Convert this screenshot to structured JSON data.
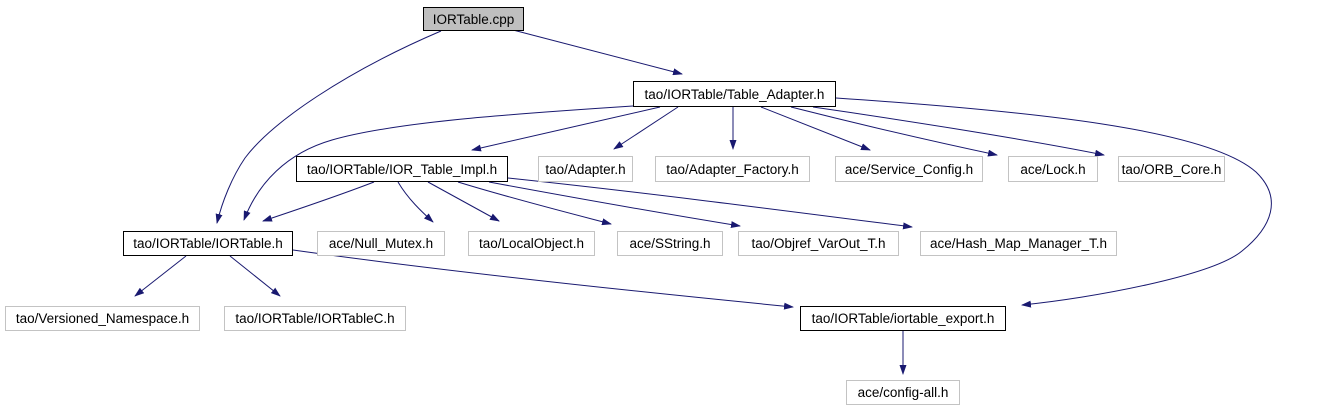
{
  "diagram": {
    "type": "include-dependency-graph",
    "colors": {
      "edge": "#191970",
      "node_fill": "#ffffff",
      "root_fill": "#bfbfbf",
      "border_linked": "#000000",
      "border_plain": "#c3c3c3"
    },
    "nodes": {
      "iortable_cpp": {
        "label": "IORTable.cpp"
      },
      "table_adapter": {
        "label": "tao/IORTable/Table_Adapter.h"
      },
      "ior_table_impl": {
        "label": "tao/IORTable/IOR_Table_Impl.h"
      },
      "adapter": {
        "label": "tao/Adapter.h"
      },
      "adapter_factory": {
        "label": "tao/Adapter_Factory.h"
      },
      "service_config": {
        "label": "ace/Service_Config.h"
      },
      "lock": {
        "label": "ace/Lock.h"
      },
      "orb_core": {
        "label": "tao/ORB_Core.h"
      },
      "iortable_h": {
        "label": "tao/IORTable/IORTable.h"
      },
      "null_mutex": {
        "label": "ace/Null_Mutex.h"
      },
      "local_object": {
        "label": "tao/LocalObject.h"
      },
      "sstring": {
        "label": "ace/SString.h"
      },
      "objref_varout": {
        "label": "tao/Objref_VarOut_T.h"
      },
      "hash_map": {
        "label": "ace/Hash_Map_Manager_T.h"
      },
      "versioned_namespace": {
        "label": "tao/Versioned_Namespace.h"
      },
      "iortablec": {
        "label": "tao/IORTable/IORTableC.h"
      },
      "iortable_export": {
        "label": "tao/IORTable/iortable_export.h"
      },
      "config_all": {
        "label": "ace/config-all.h"
      }
    },
    "edges": [
      {
        "from": "iortable_cpp",
        "to": "table_adapter"
      },
      {
        "from": "iortable_cpp",
        "to": "iortable_h"
      },
      {
        "from": "table_adapter",
        "to": "ior_table_impl"
      },
      {
        "from": "table_adapter",
        "to": "adapter"
      },
      {
        "from": "table_adapter",
        "to": "adapter_factory"
      },
      {
        "from": "table_adapter",
        "to": "service_config"
      },
      {
        "from": "table_adapter",
        "to": "lock"
      },
      {
        "from": "table_adapter",
        "to": "orb_core"
      },
      {
        "from": "table_adapter",
        "to": "iortable_h"
      },
      {
        "from": "table_adapter",
        "to": "iortable_export"
      },
      {
        "from": "ior_table_impl",
        "to": "iortable_h"
      },
      {
        "from": "ior_table_impl",
        "to": "null_mutex"
      },
      {
        "from": "ior_table_impl",
        "to": "local_object"
      },
      {
        "from": "ior_table_impl",
        "to": "sstring"
      },
      {
        "from": "ior_table_impl",
        "to": "objref_varout"
      },
      {
        "from": "ior_table_impl",
        "to": "hash_map"
      },
      {
        "from": "iortable_h",
        "to": "versioned_namespace"
      },
      {
        "from": "iortable_h",
        "to": "iortablec"
      },
      {
        "from": "iortable_h",
        "to": "iortable_export"
      },
      {
        "from": "iortable_export",
        "to": "config_all"
      }
    ]
  }
}
